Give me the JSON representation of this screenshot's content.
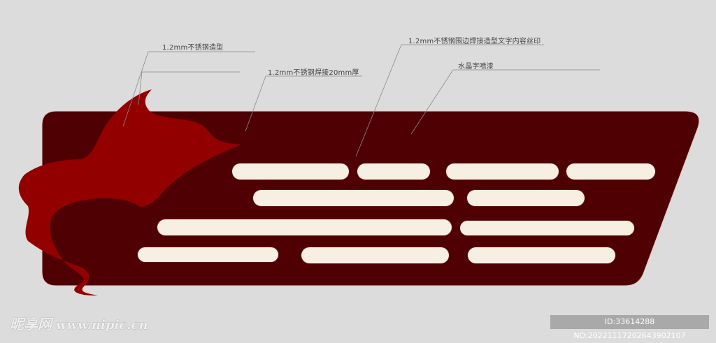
{
  "annotations": [
    {
      "text": "1.2mm不锈钢造型"
    },
    {
      "text": "1.2mm不锈钢焊接20mm厚"
    },
    {
      "text": "1.2mm不锈钢围边焊接造型文字内容丝印"
    },
    {
      "text": "水晶字喷漆"
    }
  ],
  "colors": {
    "background": "#dcdcdc",
    "panel": "#4e0002",
    "accent_red": "#920000",
    "bar_fill": "#f8efe3",
    "leader_line": "#888888"
  },
  "watermark": {
    "brand": "昵享网",
    "url": "www.nipic.cn"
  },
  "id_tag": "ID:33614288 NO:20221117202643902107"
}
